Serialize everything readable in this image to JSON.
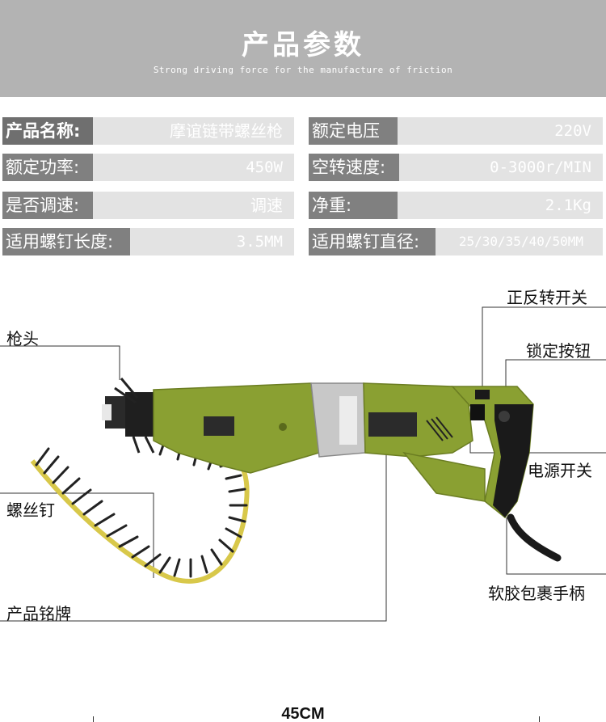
{
  "header": {
    "title": "产品参数",
    "subtitle": "Strong driving force for the manufacture of friction"
  },
  "specs": [
    {
      "label": "产品名称:",
      "value": "摩谊链带螺丝枪"
    },
    {
      "label": "额定电压",
      "value": "220V"
    },
    {
      "label": "额定功率:",
      "value": "450W"
    },
    {
      "label": "空转速度:",
      "value": "0-3000r/MIN"
    },
    {
      "label": "是否调速:",
      "value": "调速"
    },
    {
      "label": "净重:",
      "value": "2.1Kg"
    },
    {
      "label": "适用螺钉长度:",
      "value": "3.5MM"
    },
    {
      "label": "适用螺钉直径:",
      "value": "25/30/35/40/50MM"
    }
  ],
  "callouts": {
    "gun_head": "枪头",
    "screw": "螺丝钉",
    "nameplate": "产品铭牌",
    "reverse_switch": "正反转开关",
    "lock_button": "锁定按钮",
    "power_switch": "电源开关",
    "soft_grip": "软胶包裹手柄"
  },
  "dimension": "45CM",
  "colors": {
    "body_green": "#8aa032",
    "handle_black": "#1a1a1a",
    "banner_gray": "#b3b3b3",
    "label_gray": "#808080",
    "value_gray": "#e3e3e3"
  }
}
